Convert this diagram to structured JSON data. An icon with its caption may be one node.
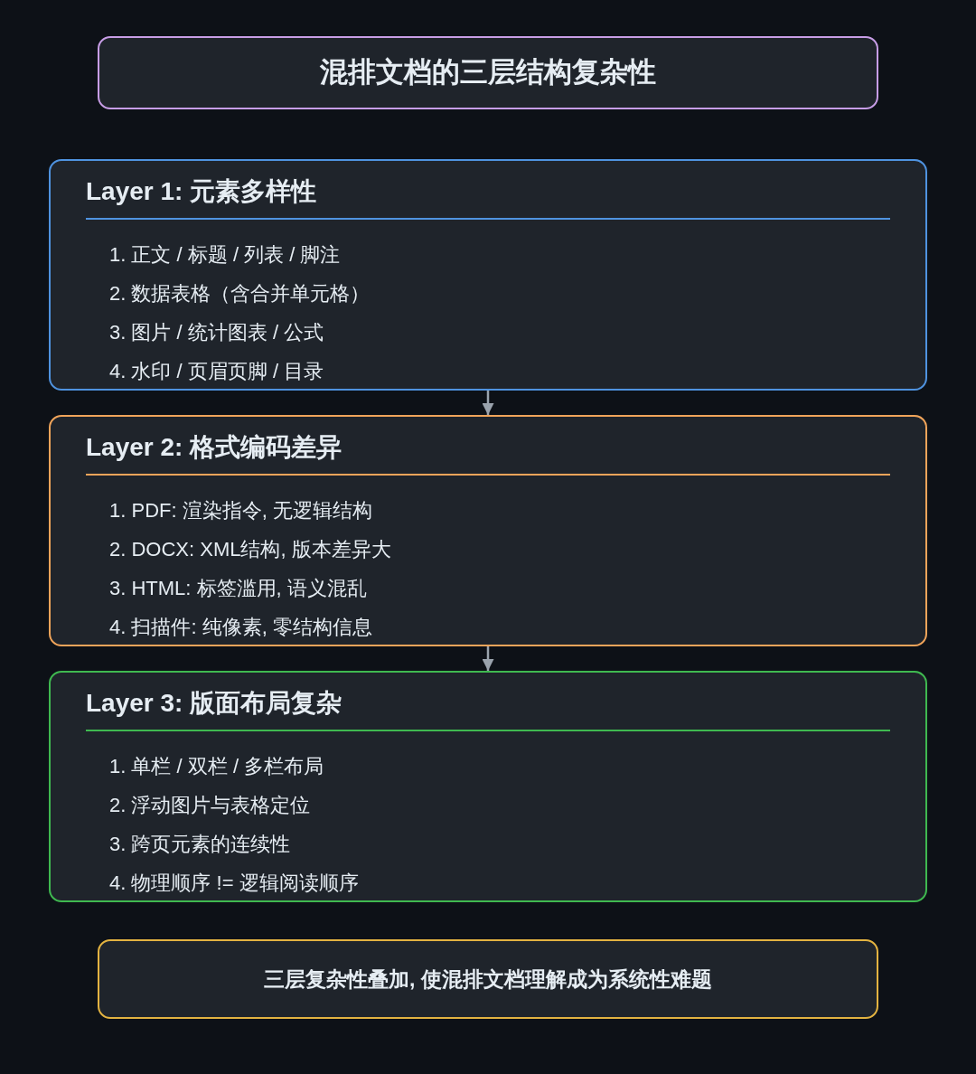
{
  "diagram": {
    "nodes": [
      {
        "text": [
          "混排文档的三层结构复杂性"
        ]
      },
      {
        "text": [
          "Layer 1: 元素多样性",
          "1. 正文 / 标题 / 列表 / 脚注",
          "2. 数据表格（含合并单元格）",
          "3. 图片 / 统计图表 / 公式",
          "4. 水印 / 页眉页脚 / 目录"
        ]
      },
      {
        "text": [
          "Layer 2: 格式编码差异",
          "1. PDF: 渲染指令, 无逻辑结构",
          "2. DOCX: XML结构, 版本差异大",
          "3. HTML: 标签滥用, 语义混乱",
          "4. 扫描件: 纯像素, 零结构信息"
        ]
      },
      {
        "text": [
          "Layer 3: 版面布局复杂",
          "1. 单栏 / 双栏 / 多栏布局",
          "2. 浮动图片与表格定位",
          "3. 跨页元素的连续性",
          "4. 物理顺序 != 逻辑阅读顺序"
        ]
      },
      {
        "text": [
          "三层复杂性叠加, 使混排文档理解成为系统性难题"
        ]
      }
    ],
    "edges": [
      {
        "from": 1,
        "to": 2,
        "arrow": "to"
      },
      {
        "from": 2,
        "to": 3,
        "arrow": "to"
      }
    ]
  }
}
